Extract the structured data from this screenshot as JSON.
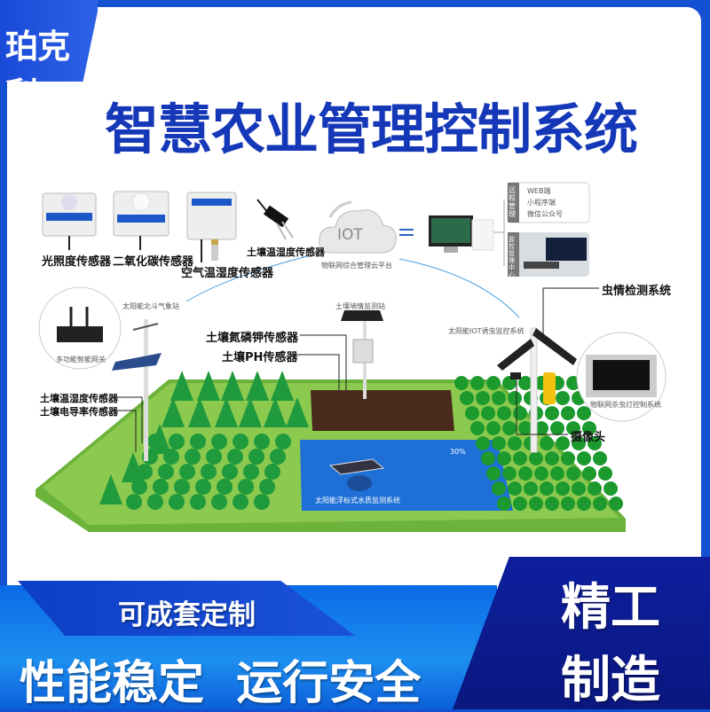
{
  "brand": {
    "name": "珀克利"
  },
  "header": {
    "title": "智慧农业管理控制系统"
  },
  "sensors": [
    {
      "label": "光照度传感器"
    },
    {
      "label": "二氧化碳传感器"
    },
    {
      "label": "空气温湿度传感器"
    },
    {
      "label": "土壤温湿度传感器"
    }
  ],
  "cloud": {
    "icon_text": "IOT",
    "label": "物联网综合管理云平台"
  },
  "remote": {
    "title": "远程管理",
    "items": [
      "WEB端",
      "小程序端",
      "微信公众号"
    ],
    "center_title": "监控管理中心"
  },
  "diagram_labels": {
    "gateway": "多功能智能网关",
    "weather_station": "太阳能北斗气象站",
    "soil_station": "土壤墒情监测站",
    "pest_monitor": "太阳能IOT诱虫监控系统",
    "pest_system": "虫情检测系统",
    "npk": "土壤氮磷钾传感器",
    "ph": "土壤PH传感器",
    "soil_temp": "土壤温湿度传感器",
    "soil_ec": "土壤电导率传感器",
    "camera": "摄像头",
    "lamp_control": "物联网杀虫灯控制系统",
    "water_monitor": "太阳能浮标式水质监测系统",
    "water_reading": "30%"
  },
  "bottom": {
    "custom": "可成套定制",
    "slogan": "性能稳定  运行安全",
    "craft_1": "精工",
    "craft_2": "制造"
  },
  "colors": {
    "brand_blue": "#1450d2",
    "title_blue": "#1438b8",
    "navy": "#0d1f9e",
    "field_green": "#7bc242",
    "pond_blue": "#1e6fd6"
  }
}
